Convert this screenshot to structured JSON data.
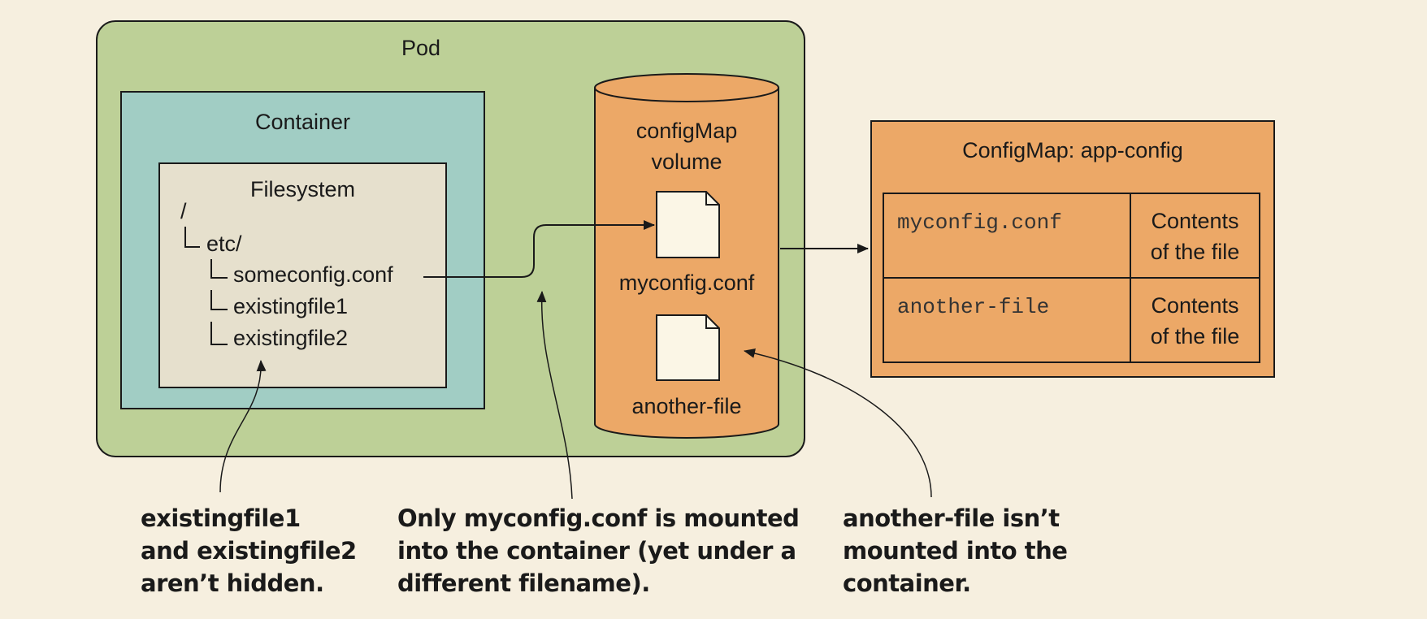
{
  "pod": {
    "title": "Pod"
  },
  "container": {
    "title": "Container"
  },
  "filesystem": {
    "title": "Filesystem",
    "root": "/",
    "etc": "etc/",
    "entries": [
      "someconfig.conf",
      "existingfile1",
      "existingfile2"
    ]
  },
  "volume": {
    "title_line1": "configMap",
    "title_line2": "volume",
    "files": [
      "myconfig.conf",
      "another-file"
    ]
  },
  "configmap": {
    "title": "ConfigMap: app-config",
    "rows": [
      {
        "key": "myconfig.conf",
        "value_line1": "Contents",
        "value_line2": "of the file"
      },
      {
        "key": "another-file",
        "value_line1": "Contents",
        "value_line2": "of the file"
      }
    ]
  },
  "callouts": [
    "existingfile1\nand existingfile2\naren’t hidden.",
    "Only myconfig.conf is mounted\ninto the container (yet under a\ndifferent filename).",
    "another-file isn’t\nmounted into the\ncontainer."
  ],
  "colors": {
    "background": "#f6efdf",
    "pod": "#bdd097",
    "container": "#a1cdc4",
    "filesystem": "#e6e0cd",
    "volume": "#eca867",
    "configmap": "#eca867",
    "file_icon": "#fbf6e6"
  }
}
